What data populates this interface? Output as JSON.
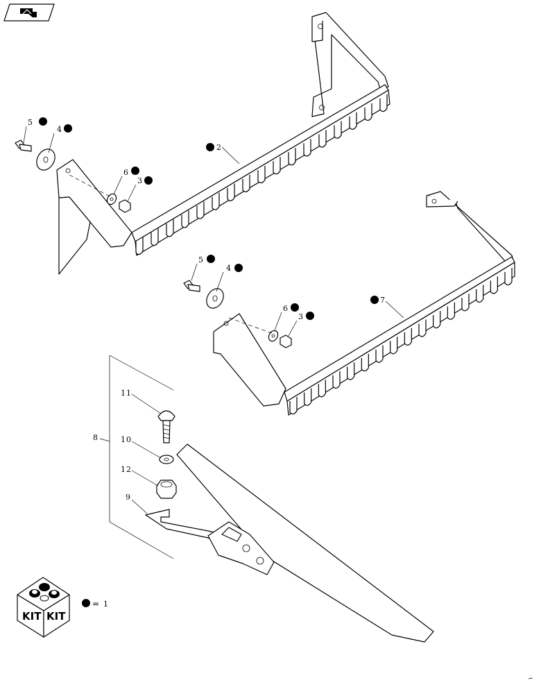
{
  "nav": {
    "icon": "back-arrow-icon"
  },
  "callouts": {
    "c2": "2",
    "c3a": "3",
    "c4a": "4",
    "c5a": "5",
    "c6a": "6",
    "c7": "7",
    "c3b": "3",
    "c4b": "4",
    "c5b": "5",
    "c6b": "6",
    "c8": "8",
    "c9": "9",
    "c10": "10",
    "c11": "11",
    "c12": "12"
  },
  "legend": {
    "kit_left": "KIT",
    "kit_right": "KIT",
    "equals": "=",
    "value": "1"
  },
  "colors": {
    "line": "#000000",
    "background": "#ffffff"
  }
}
